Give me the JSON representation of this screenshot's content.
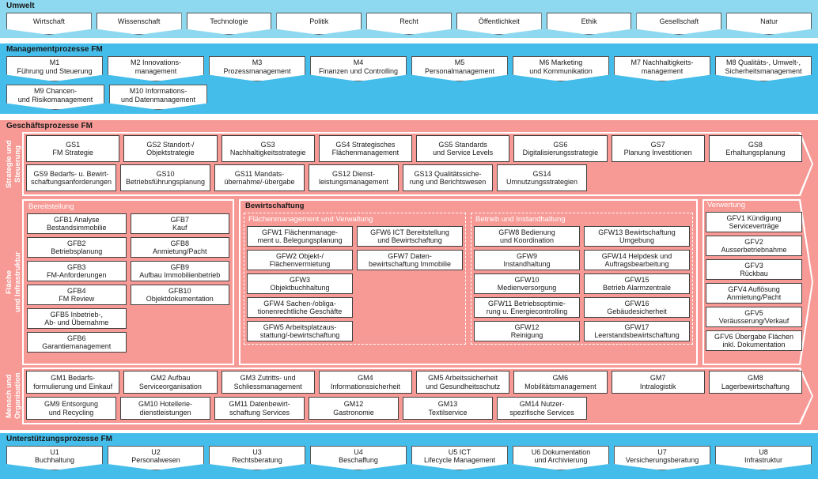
{
  "colors": {
    "umwelt_bg": "#8ed8f0",
    "management_bg": "#45bdea",
    "business_bg": "#f79a96",
    "support_bg": "#45bdea",
    "chip_bg": "#ffffff",
    "outline": "#ffffff"
  },
  "umwelt": {
    "title": "Umwelt",
    "items": [
      "Wirtschaft",
      "Wissenschaft",
      "Technologie",
      "Politik",
      "Recht",
      "Öffentlichkeit",
      "Ethik",
      "Gesellschaft",
      "Natur"
    ]
  },
  "management": {
    "title": "Managementprozesse FM",
    "row1": [
      "M1\nFührung und Steuerung",
      "M2 Innovations-\nmanagement",
      "M3\nProzessmanagement",
      "M4\nFinanzen und Controlling",
      "M5\nPersonalmanagement",
      "M6 Marketing\nund Kommunikation",
      "M7 Nachhaltigkeits-\nmanagement",
      "M8 Qualitäts-, Umwelt-,\nSicherheitsmanagement"
    ],
    "row2": [
      "M9 Chancen-\nund Risikomanagement",
      "M10 Informations-\nund Datenmanagement"
    ]
  },
  "business": {
    "title": "Geschäftsprozesse FM",
    "strategy": {
      "side_label": "Strategie und\nSteuerung",
      "row1": [
        "GS1\nFM Strategie",
        "GS2 Standort-/\nObjektstrategie",
        "GS3\nNachhaltigkeitsstrategie",
        "GS4 Strategisches\nFlächenmanagement",
        "GS5 Standards\nund Service Levels",
        "GS6\nDigitalisierungsstrategie",
        "GS7\nPlanung Investitionen",
        "GS8\nErhaltungsplanung"
      ],
      "row2": [
        "GS9 Bedarfs- u. Bewirt-\nschaftungsanforderungen",
        "GS10\nBetriebsführungsplanung",
        "GS11 Mandats-\nübernahme/-übergabe",
        "GS12 Dienst-\nleistungsmanagement",
        "GS13 Qualitätssiche-\nrung und Berichtswesen",
        "GS14\nUmnutzungsstrategien"
      ]
    },
    "flaeche": {
      "side_label": "Fläche\nund Infrastruktur",
      "bereitstellung": {
        "title": "Bereitstellung",
        "col1": [
          "GFB1 Analyse\nBestandsimmobilie",
          "GFB2\nBetriebsplanung",
          "GFB3\nFM-Anforderungen",
          "GFB4\nFM Review",
          "GFB5 Inbetrieb-,\nAb- und Übernahme",
          "GFB6\nGarantiemanagement"
        ],
        "col2": [
          "GFB7\nKauf",
          "GFB8\nAnmietung/Pacht",
          "GFB9\nAufbau Immobilienbetrieb",
          "GFB10\nObjektdokumentation"
        ]
      },
      "bewirtschaftung": {
        "title": "Bewirtschaftung",
        "flaechenmanagement": {
          "title": "Flächenmanagement und Verwaltung",
          "col1": [
            "GFW1 Flächenmanage-\nment u. Belegungsplanung",
            "GFW2 Objekt-/\nFlächenvermietung",
            "GFW3\nObjektbuchhaltung",
            "GFW4 Sachen-/obliga-\ntionenrechtliche Geschäfte",
            "GFW5 Arbeitsplatzaus-\nstattung/-bewirtschaftung"
          ],
          "col2": [
            "GFW6 ICT Bereitstellung\nund Bewirtschaftung",
            "GFW7 Daten-\nbewirtschaftung Immobilie"
          ]
        },
        "betrieb": {
          "title": "Betrieb und Instandhaltung",
          "col1": [
            "GFW8 Bedienung\nund Koordination",
            "GFW9\nInstandhaltung",
            "GFW10\nMedienversorgung",
            "GFW11 Betriebsoptimie-\nrung u. Energiecontrolling",
            "GFW12\nReinigung"
          ],
          "col2": [
            "GFW13 Bewirtschaftung\nUmgebung",
            "GFW14 Helpdesk und\nAuftragsbearbeitung",
            "GFW15\nBetrieb Alarmzentrale",
            "GFW16\nGebäudesicherheit",
            "GFW17\nLeerstandsbewirtschaftung"
          ]
        }
      },
      "verwertung": {
        "title": "Verwertung",
        "items": [
          "GFV1 Kündigung\nServiceverträge",
          "GFV2\nAusserbetriebnahme",
          "GFV3\nRückbau",
          "GFV4 Auflösung\nAnmietung/Pacht",
          "GFV5\nVeräusserung/Verkauf",
          "GFV6 Übergabe Flächen\ninkl. Dokumentation"
        ]
      }
    },
    "mensch": {
      "side_label": "Mensch und\nOrganisation",
      "row1": [
        "GM1 Bedarfs-\nformulierung und Einkauf",
        "GM2 Aufbau\nServiceorganisation",
        "GM3 Zutritts- und\nSchliessmanagement",
        "GM4\nInformationssicherheit",
        "GM5 Arbeitssicherheit\nund Gesundheitsschutz",
        "GM6\nMobilitätsmanagement",
        "GM7\nIntralogistik",
        "GM8\nLagerbewirtschaftung"
      ],
      "row2": [
        "GM9 Entsorgung\nund Recycling",
        "GM10 Hotellerie-\ndienstleistungen",
        "GM11 Datenbewirt-\nschaftung Services",
        "GM12\nGastronomie",
        "GM13\nTextilservice",
        "GM14 Nutzer-\nspezifische Services"
      ]
    }
  },
  "support": {
    "title": "Unterstützungsprozesse FM",
    "items": [
      "U1\nBuchhaltung",
      "U2\nPersonalwesen",
      "U3\nRechtsberatung",
      "U4\nBeschaffung",
      "U5 ICT\nLifecycle Management",
      "U6 Dokumentation\nund Archivierung",
      "U7\nVersicherungsberatung",
      "U8\nInfrastruktur"
    ]
  }
}
